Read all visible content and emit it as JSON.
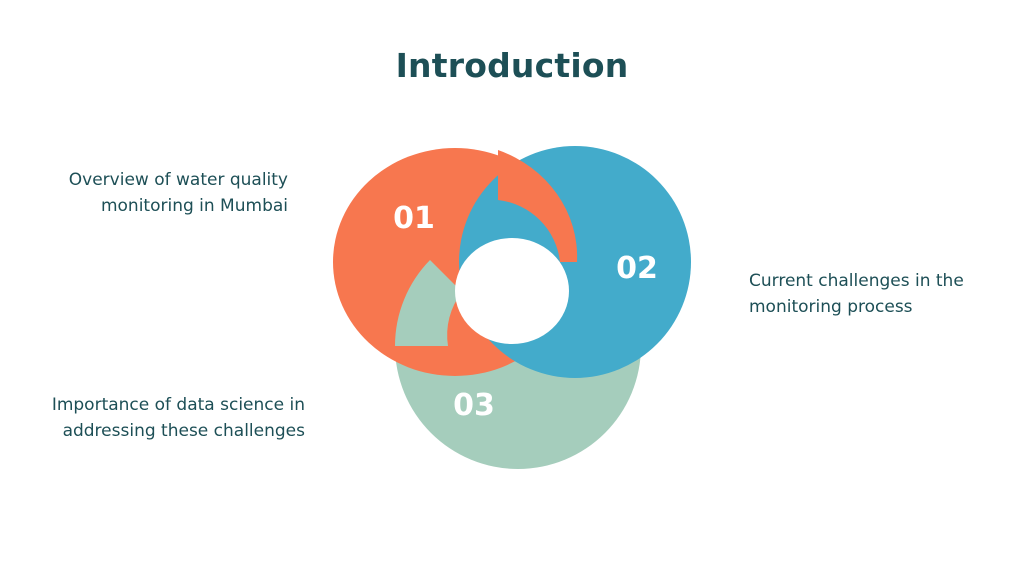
{
  "title": "Introduction",
  "items": [
    {
      "number": "01",
      "text": "Overview of water quality monitoring in Mumbai",
      "color": "#f7774f"
    },
    {
      "number": "02",
      "text": "Current challenges in the monitoring process",
      "color": "#43abcb"
    },
    {
      "number": "03",
      "text": "Importance of data science in addressing these challenges",
      "color": "#a5cdbc"
    }
  ],
  "colors": {
    "title": "#1d4f56",
    "text": "#1d4f56",
    "background": "#ffffff"
  }
}
